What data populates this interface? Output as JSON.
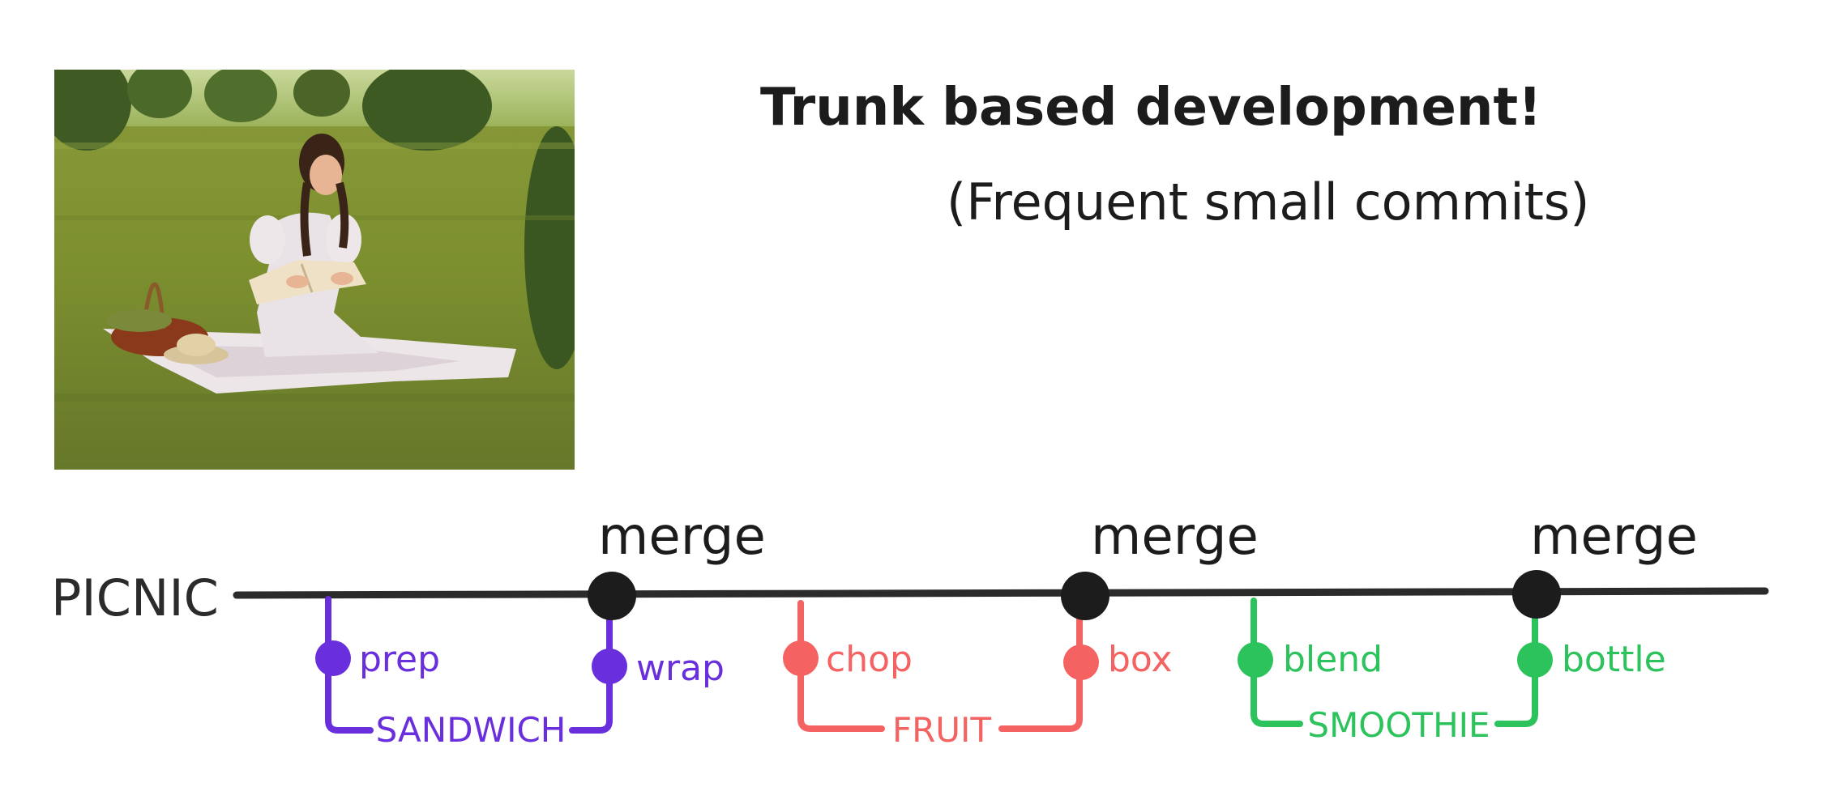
{
  "title": "Trunk based development!",
  "subtitle": "(Frequent small commits)",
  "photo": {
    "alt": "Woman reading a book on a picnic blanket in a grassy field"
  },
  "trunk": {
    "label": "PICNIC",
    "color": "#2b2b2b",
    "merge_label": "merge",
    "merge_count": 3
  },
  "branches": [
    {
      "name": "SANDWICH",
      "color": "#6a2fdc",
      "commits": [
        "prep",
        "wrap"
      ]
    },
    {
      "name": "FRUIT",
      "color": "#f46262",
      "commits": [
        "chop",
        "box"
      ]
    },
    {
      "name": "SMOOTHIE",
      "color": "#2cc25c",
      "commits": [
        "blend",
        "bottle"
      ]
    }
  ]
}
